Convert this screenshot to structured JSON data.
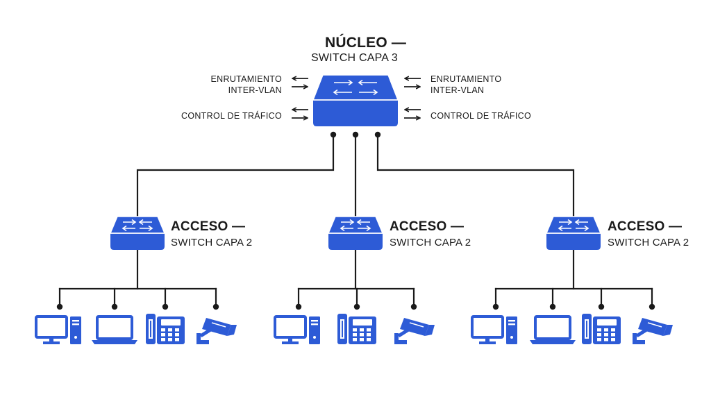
{
  "core": {
    "title": "NÚCLEO —",
    "subtitle": "SWITCH CAPA 3",
    "functions": {
      "left_top": "ENRUTAMIENTO\nINTER-VLAN",
      "left_bottom": "CONTROL DE TRÁFICO",
      "right_top": "ENRUTAMIENTO\nINTER-VLAN",
      "right_bottom": "CONTROL DE TRÁFICO"
    }
  },
  "access": [
    {
      "title": "ACCESO —",
      "subtitle": "SWITCH CAPA 2",
      "devices": [
        "desktop-computer",
        "laptop",
        "ip-phone",
        "security-camera"
      ]
    },
    {
      "title": "ACCESO —",
      "subtitle": "SWITCH CAPA 2",
      "devices": [
        "desktop-computer",
        "ip-phone",
        "security-camera"
      ]
    },
    {
      "title": "ACCESO —",
      "subtitle": "SWITCH CAPA 2",
      "devices": [
        "desktop-computer",
        "laptop",
        "ip-phone",
        "security-camera"
      ]
    }
  ],
  "colors": {
    "switch_blue": "#2d5bd6",
    "switch_dark": "#1e45b0",
    "device_blue": "#2d5bd6",
    "line": "#1a1a1a"
  }
}
